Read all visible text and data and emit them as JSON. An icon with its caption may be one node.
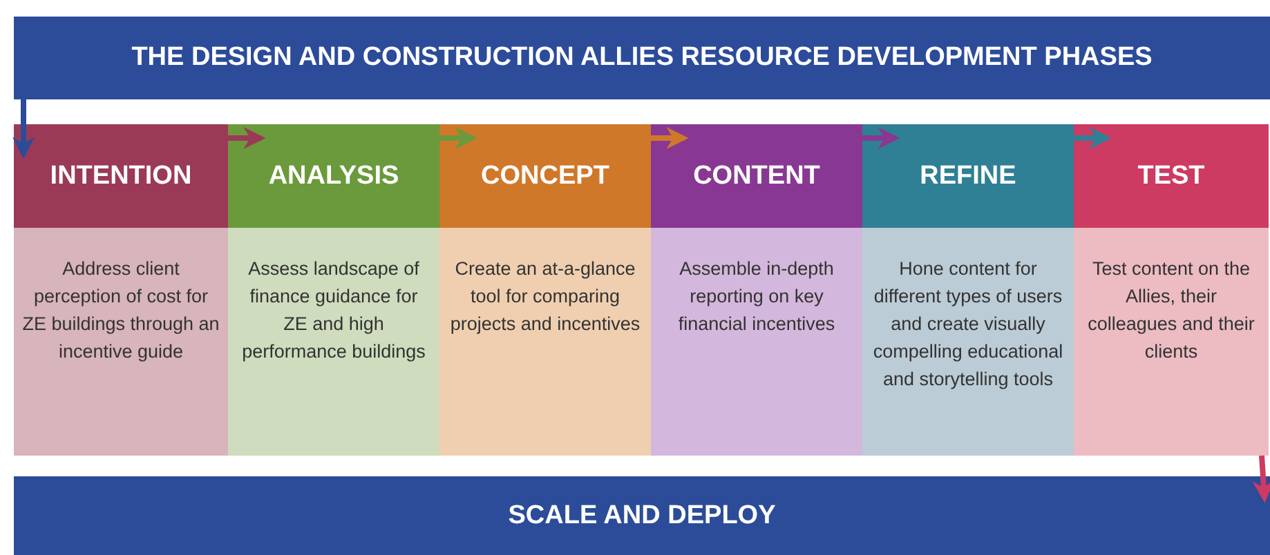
{
  "diagram": {
    "nodes": [
      {
        "text": [
          "THE DESIGN AND CONSTRUCTION ALLIES RESOURCE DEVELOPMENT PHASES"
        ]
      },
      {
        "text": [
          "INTENTION",
          "Address client perception of cost for ZE buildings through an incentive guide"
        ]
      },
      {
        "text": [
          "ANALYSIS",
          "Assess landscape of finance guidance for ZE and high performance buildings"
        ]
      },
      {
        "text": [
          "CONCEPT",
          "Create an at-a-glance tool for comparing projects and incentives"
        ]
      },
      {
        "text": [
          "CONTENT",
          "Assemble in-depth reporting on key financial incentives"
        ]
      },
      {
        "text": [
          "REFINE",
          "Hone content for different types of users and create visually compelling educational and storytelling tools"
        ]
      },
      {
        "text": [
          "TEST",
          "Test content on the Allies, their colleagues and their clients"
        ]
      },
      {
        "text": [
          "SCALE AND DEPLOY"
        ]
      }
    ],
    "edges": [
      {
        "from": 0,
        "to": 1,
        "arrow": "to",
        "color": "#2c4c9a"
      },
      {
        "from": 1,
        "to": 2,
        "arrow": "to",
        "color": "#9b3a56"
      },
      {
        "from": 2,
        "to": 3,
        "arrow": "to",
        "color": "#6a9a3c"
      },
      {
        "from": 3,
        "to": 4,
        "arrow": "to",
        "color": "#d0782a"
      },
      {
        "from": 4,
        "to": 5,
        "arrow": "to",
        "color": "#883893"
      },
      {
        "from": 5,
        "to": 6,
        "arrow": "to",
        "color": "#2f7f95"
      },
      {
        "from": 6,
        "to": 7,
        "arrow": "to",
        "color": "#cd3a62"
      }
    ]
  }
}
